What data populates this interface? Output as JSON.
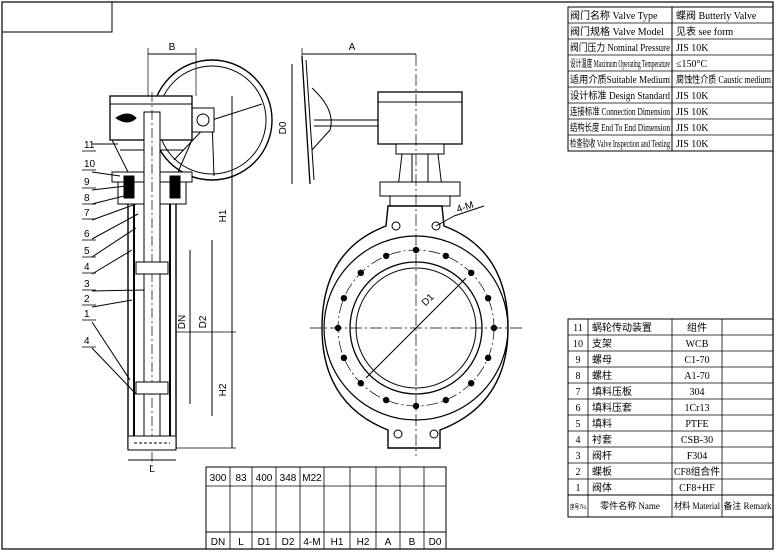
{
  "spec_table": {
    "rows": [
      {
        "label": "阀门名称 Valve Type",
        "value": "蝶阀 Butterly Valve"
      },
      {
        "label": "阀门规格 Valve Model",
        "value": "见表 see form"
      },
      {
        "label": "阀门压力 Nominal Pressure",
        "value": "JIS 10K"
      },
      {
        "label": "设计温度 Maximum Operating Temperature",
        "value": "≤150°C"
      },
      {
        "label": "适用介质Suitable Medium",
        "value": "腐蚀性介质 Caustic medium"
      },
      {
        "label": "设计标准 Design Standard",
        "value": "JIS 10K"
      },
      {
        "label": "连接标准 Connection Dimension",
        "value": "JIS 10K"
      },
      {
        "label": "结构长度 End To End Dimension",
        "value": "JIS 10K"
      },
      {
        "label": "检查验收 Valve Inspection and Testing",
        "value": "JIS 10K"
      }
    ]
  },
  "parts_table": {
    "rows": [
      {
        "no": "11",
        "name": "蜗轮传动装置",
        "material": "组件",
        "remark": ""
      },
      {
        "no": "10",
        "name": "支架",
        "material": "WCB",
        "remark": ""
      },
      {
        "no": "9",
        "name": "螺母",
        "material": "C1-70",
        "remark": ""
      },
      {
        "no": "8",
        "name": "螺柱",
        "material": "A1-70",
        "remark": ""
      },
      {
        "no": "7",
        "name": "填料压板",
        "material": "304",
        "remark": ""
      },
      {
        "no": "6",
        "name": "填料压套",
        "material": "1Cr13",
        "remark": ""
      },
      {
        "no": "5",
        "name": "填料",
        "material": "PTFE",
        "remark": ""
      },
      {
        "no": "4",
        "name": "衬套",
        "material": "CSB-30",
        "remark": ""
      },
      {
        "no": "3",
        "name": "阀杆",
        "material": "F304",
        "remark": ""
      },
      {
        "no": "2",
        "name": "蝶板",
        "material": "CF8组合件",
        "remark": ""
      },
      {
        "no": "1",
        "name": "阀体",
        "material": "CF8+HF",
        "remark": ""
      }
    ],
    "header": {
      "no": "序号 No.",
      "name": "零件名称 Name",
      "material": "材料 Material",
      "remark": "备注 Remark"
    }
  },
  "dim_table": {
    "headers": [
      "DN",
      "L",
      "D1",
      "D2",
      "4-M",
      "H1",
      "H2",
      "A",
      "B",
      "D0"
    ],
    "values": [
      "300",
      "83",
      "400",
      "348",
      "M22",
      "",
      "",
      "",
      "",
      ""
    ]
  },
  "callouts": [
    "11",
    "10",
    "9",
    "8",
    "7",
    "6",
    "5",
    "4",
    "3",
    "2",
    "1",
    "4"
  ],
  "dim_labels": {
    "A": "A",
    "B": "B",
    "D0": "D0",
    "H1": "H1",
    "H2": "H2",
    "DN": "DN",
    "D2": "D2",
    "L": "L",
    "D1": "D1",
    "M": "4-M"
  }
}
